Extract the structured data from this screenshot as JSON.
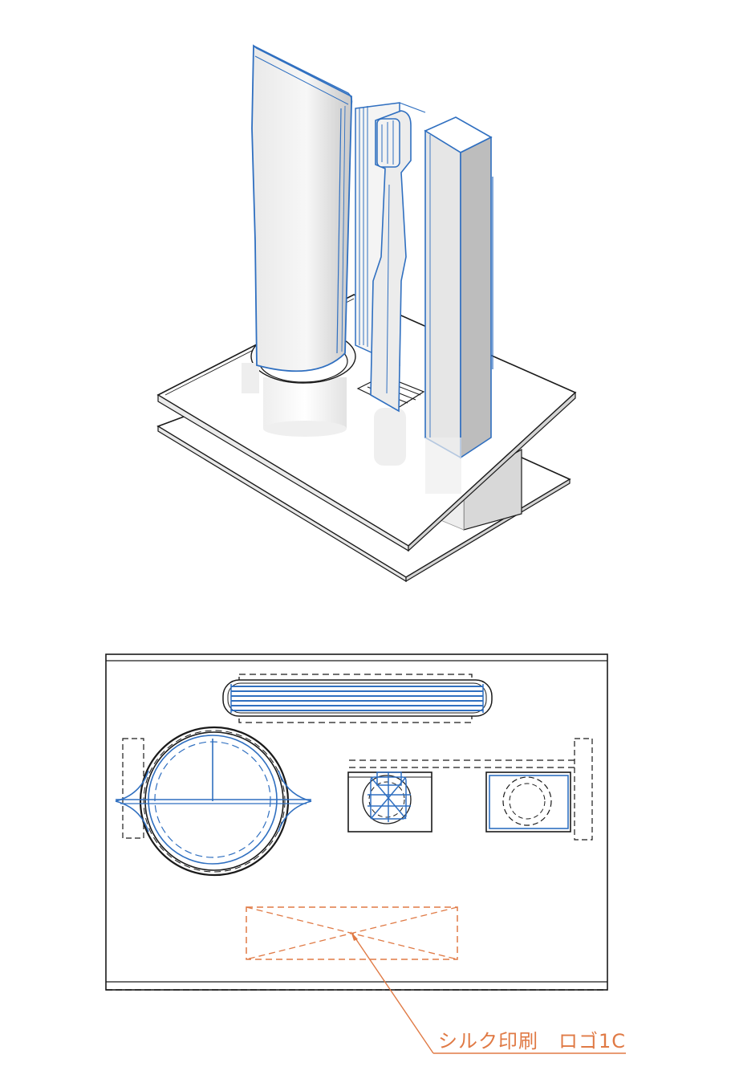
{
  "annotation": {
    "callout_label": "シルク印刷　ロゴ1C"
  },
  "colors": {
    "line": "#1a1a1a",
    "blue": "#2f6fc0",
    "orange": "#e07a45",
    "shade_light": "#f2f2f2",
    "shade_mid": "#d9d9d9",
    "shade_dark": "#b5b5b5"
  },
  "icons": {
    "isometric_view": "toothbrush-stand-isometric",
    "top_view": "toothbrush-stand-top-view"
  }
}
